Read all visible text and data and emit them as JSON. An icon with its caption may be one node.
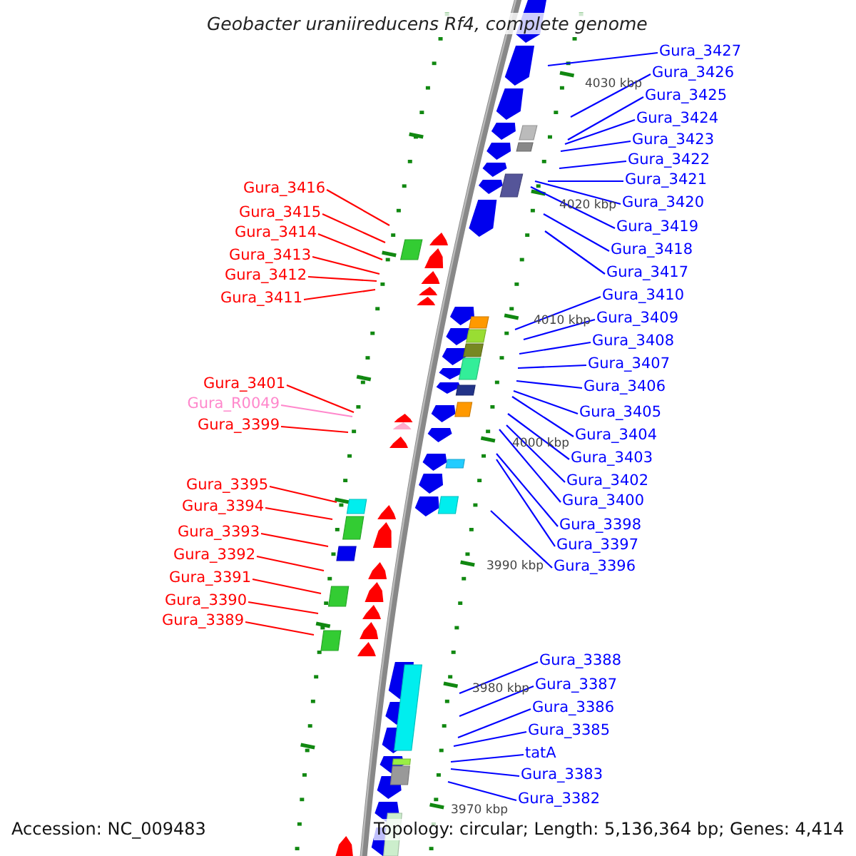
{
  "diagram": {
    "title": "Geobacter uraniireducens Rf4, complete genome",
    "nodes": [
      {
        "text": [
          "Gura_3427"
        ]
      },
      {
        "text": [
          "Gura_3426"
        ]
      },
      {
        "text": [
          "Gura_3425"
        ]
      },
      {
        "text": [
          "Gura_3424"
        ]
      },
      {
        "text": [
          "Gura_3423"
        ]
      },
      {
        "text": [
          "Gura_3422"
        ]
      },
      {
        "text": [
          "Gura_3421"
        ]
      },
      {
        "text": [
          "Gura_3420"
        ]
      },
      {
        "text": [
          "Gura_3419"
        ]
      },
      {
        "text": [
          "Gura_3418"
        ]
      },
      {
        "text": [
          "Gura_3417"
        ]
      },
      {
        "text": [
          "Gura_3416"
        ]
      },
      {
        "text": [
          "Gura_3415"
        ]
      },
      {
        "text": [
          "Gura_3414"
        ]
      },
      {
        "text": [
          "Gura_3413"
        ]
      },
      {
        "text": [
          "Gura_3412"
        ]
      },
      {
        "text": [
          "Gura_3411"
        ]
      },
      {
        "text": [
          "Gura_3410"
        ]
      },
      {
        "text": [
          "Gura_3409"
        ]
      },
      {
        "text": [
          "Gura_3408"
        ]
      },
      {
        "text": [
          "Gura_3407"
        ]
      },
      {
        "text": [
          "Gura_3406"
        ]
      },
      {
        "text": [
          "Gura_3401"
        ]
      },
      {
        "text": [
          "Gura_R0049"
        ]
      },
      {
        "text": [
          "Gura_3405"
        ]
      },
      {
        "text": [
          "Gura_3404"
        ]
      },
      {
        "text": [
          "Gura_3399"
        ]
      },
      {
        "text": [
          "Gura_3403"
        ]
      },
      {
        "text": [
          "Gura_3402"
        ]
      },
      {
        "text": [
          "Gura_3395"
        ]
      },
      {
        "text": [
          "Gura_3400"
        ]
      },
      {
        "text": [
          "Gura_3394"
        ]
      },
      {
        "text": [
          "Gura_3398"
        ]
      },
      {
        "text": [
          "Gura_3393"
        ]
      },
      {
        "text": [
          "Gura_3397"
        ]
      },
      {
        "text": [
          "Gura_3392"
        ]
      },
      {
        "text": [
          "Gura_3396"
        ]
      },
      {
        "text": [
          "Gura_3391"
        ]
      },
      {
        "text": [
          "Gura_3390"
        ]
      },
      {
        "text": [
          "Gura_3389"
        ]
      },
      {
        "text": [
          "Gura_3388"
        ]
      },
      {
        "text": [
          "Gura_3387"
        ]
      },
      {
        "text": [
          "Gura_3386"
        ]
      },
      {
        "text": [
          "Gura_3385"
        ]
      },
      {
        "text": [
          "tatA"
        ]
      },
      {
        "text": [
          "Gura_3383"
        ]
      },
      {
        "text": [
          "Gura_3382"
        ]
      }
    ],
    "edges": [
      {
        "from": 0,
        "to": null,
        "arrow": "none"
      },
      {
        "from": 1,
        "to": null,
        "arrow": "none"
      },
      {
        "from": 2,
        "to": null,
        "arrow": "none"
      },
      {
        "from": 3,
        "to": null,
        "arrow": "none"
      },
      {
        "from": 4,
        "to": null,
        "arrow": "none"
      },
      {
        "from": 5,
        "to": null,
        "arrow": "none"
      },
      {
        "from": 6,
        "to": null,
        "arrow": "none"
      },
      {
        "from": 7,
        "to": null,
        "arrow": "none"
      },
      {
        "from": 8,
        "to": null,
        "arrow": "none"
      },
      {
        "from": 9,
        "to": null,
        "arrow": "none"
      },
      {
        "from": 10,
        "to": null,
        "arrow": "none"
      },
      {
        "from": 11,
        "to": null,
        "arrow": "none",
        "color": "#ff0000"
      },
      {
        "from": 12,
        "to": null,
        "arrow": "none",
        "color": "#ff0000"
      },
      {
        "from": 13,
        "to": null,
        "arrow": "none",
        "color": "#ff0000"
      },
      {
        "from": 14,
        "to": null,
        "arrow": "none",
        "color": "#ff0000"
      },
      {
        "from": 15,
        "to": null,
        "arrow": "none",
        "color": "#ff0000"
      },
      {
        "from": 16,
        "to": null,
        "arrow": "none",
        "color": "#ff0000"
      },
      {
        "from": 17,
        "to": null,
        "arrow": "none"
      },
      {
        "from": 18,
        "to": null,
        "arrow": "none"
      },
      {
        "from": 19,
        "to": null,
        "arrow": "none"
      },
      {
        "from": 20,
        "to": null,
        "arrow": "none"
      },
      {
        "from": 21,
        "to": null,
        "arrow": "none"
      },
      {
        "from": 22,
        "to": null,
        "arrow": "none",
        "color": "#ff0000"
      },
      {
        "from": 23,
        "to": null,
        "arrow": "none",
        "color": "#ff88cc"
      },
      {
        "from": 24,
        "to": null,
        "arrow": "none"
      },
      {
        "from": 25,
        "to": null,
        "arrow": "none"
      },
      {
        "from": 26,
        "to": null,
        "arrow": "none",
        "color": "#ff0000"
      },
      {
        "from": 27,
        "to": null,
        "arrow": "none"
      },
      {
        "from": 28,
        "to": null,
        "arrow": "none"
      },
      {
        "from": 29,
        "to": null,
        "arrow": "none",
        "color": "#ff0000"
      },
      {
        "from": 30,
        "to": null,
        "arrow": "none"
      },
      {
        "from": 31,
        "to": null,
        "arrow": "none",
        "color": "#ff0000"
      },
      {
        "from": 32,
        "to": null,
        "arrow": "none"
      },
      {
        "from": 33,
        "to": null,
        "arrow": "none",
        "color": "#ff0000"
      },
      {
        "from": 34,
        "to": null,
        "arrow": "none"
      },
      {
        "from": 35,
        "to": null,
        "arrow": "none",
        "color": "#ff0000"
      },
      {
        "from": 36,
        "to": null,
        "arrow": "none"
      },
      {
        "from": 37,
        "to": null,
        "arrow": "none",
        "color": "#ff0000"
      },
      {
        "from": 38,
        "to": null,
        "arrow": "none",
        "color": "#ff0000"
      },
      {
        "from": 39,
        "to": null,
        "arrow": "none",
        "color": "#ff0000"
      },
      {
        "from": 40,
        "to": null,
        "arrow": "none"
      },
      {
        "from": 41,
        "to": null,
        "arrow": "none"
      },
      {
        "from": 42,
        "to": null,
        "arrow": "none"
      },
      {
        "from": 43,
        "to": null,
        "arrow": "none"
      },
      {
        "from": 44,
        "to": null,
        "arrow": "none"
      },
      {
        "from": 45,
        "to": null,
        "arrow": "none"
      },
      {
        "from": 46,
        "to": null,
        "arrow": "none"
      }
    ],
    "labels": [
      "4030 kbp",
      "4020 kbp",
      "4010 kbp",
      "4000 kbp",
      "3990 kbp",
      "3980 kbp",
      "3970 kbp",
      "Accession: NC_009483",
      "Topology: circular; Length: 5,136,364 bp; Genes: 4,414"
    ]
  }
}
